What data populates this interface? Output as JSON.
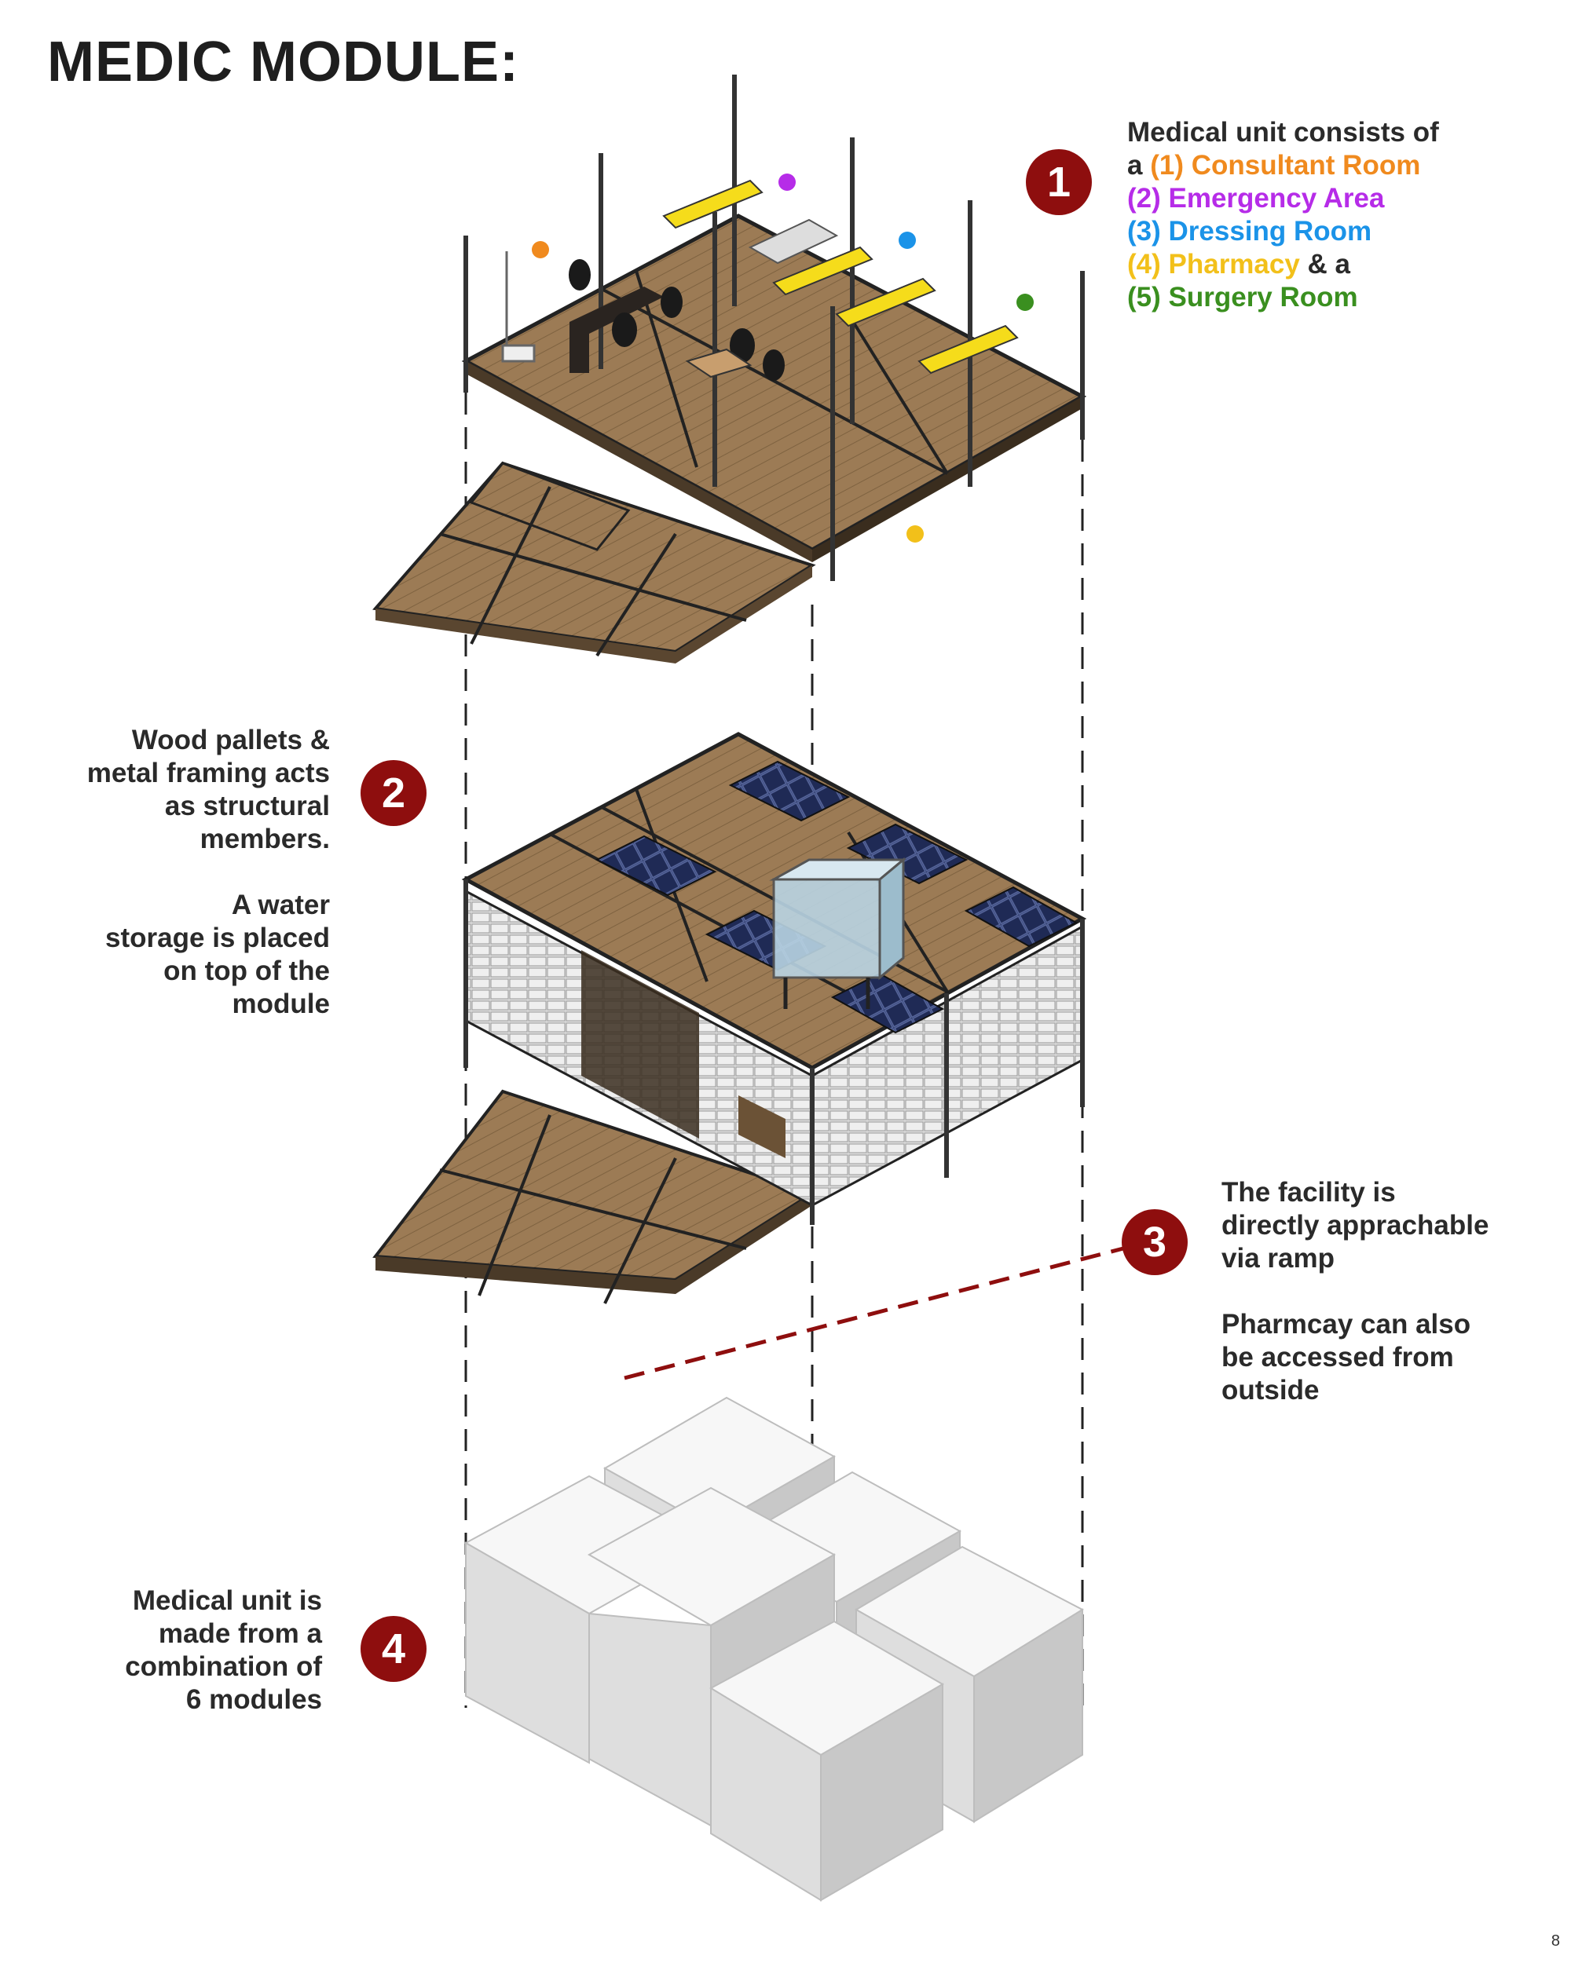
{
  "title": "MEDIC MODULE:",
  "page_number": "8",
  "badges": {
    "one": "1",
    "two": "2",
    "three": "3",
    "four": "4"
  },
  "note1": {
    "line1": "Medical unit consists of",
    "a_prefix": "a ",
    "room1": "(1) Consultant Room",
    "room2": "(2) Emergency Area",
    "room3": "(3) Dressing Room",
    "room4": "(4) Pharmacy",
    "and_a": " & a",
    "room5": "(5) Surgery Room"
  },
  "note2": {
    "p1_line1": "Wood pallets &",
    "p1_line2": "metal framing acts",
    "p1_line3": "as structural",
    "p1_line4": "members.",
    "p2_line1": "A water",
    "p2_line2": "storage is placed",
    "p2_line3": "on top of the",
    "p2_line4": "module"
  },
  "note3": {
    "p1_line1": "The facility is",
    "p1_line2": "directly apprachable",
    "p1_line3": "via ramp",
    "p2_line1": "Pharmcay can also",
    "p2_line2": "be accessed from",
    "p2_line3": "outside"
  },
  "note4": {
    "line1": "Medical unit is",
    "line2": "made from a",
    "line3": "combination of",
    "line4": "6 modules"
  },
  "colors": {
    "badge": "#8e0e0e",
    "consultant": "#f08a1e",
    "emergency": "#b62ce8",
    "dressing": "#1b93e8",
    "pharmacy": "#f2c01a",
    "surgery": "#3a8f1f",
    "wood_deck": "#9c7b55",
    "solar_panel": "#1f2a55",
    "stretcher": "#f5dc1b"
  },
  "icons": {
    "room_dots": [
      "orange-dot",
      "purple-dot",
      "blue-dot",
      "green-dot",
      "yellow-dot"
    ],
    "furniture": [
      "desk",
      "chairs",
      "stretchers",
      "scale",
      "water-tank"
    ]
  }
}
